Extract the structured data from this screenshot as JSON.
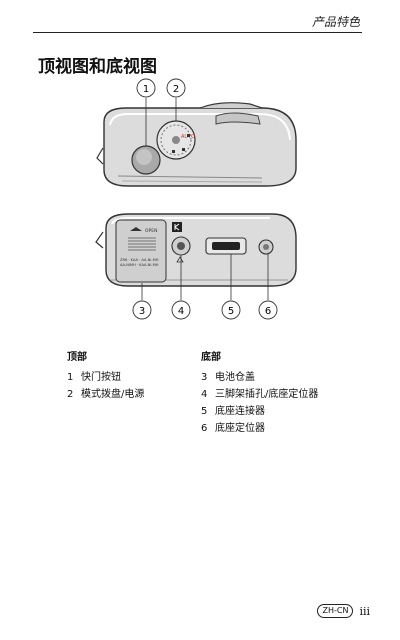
{
  "header": {
    "title": "产品特色"
  },
  "page_title": "顶视图和底视图",
  "callouts": [
    "1",
    "2",
    "3",
    "4",
    "5",
    "6"
  ],
  "camera_labels": {
    "top_dial_mark": "AUTO",
    "battery_door_arrow": "OPEN",
    "battery_text_1": "ZR6 · KAA · AA-Ni-MH",
    "battery_text_2": "AA-NiMH · KAA-Ni-MH"
  },
  "legend": {
    "top": {
      "heading": "顶部",
      "items": [
        {
          "num": "1",
          "label": "快门按钮"
        },
        {
          "num": "2",
          "label": "模式拨盘/电源"
        }
      ]
    },
    "bottom": {
      "heading": "底部",
      "items": [
        {
          "num": "3",
          "label": "电池仓盖"
        },
        {
          "num": "4",
          "label": "三脚架插孔/底座定位器"
        },
        {
          "num": "5",
          "label": "底座连接器"
        },
        {
          "num": "6",
          "label": "底座定位器"
        }
      ]
    }
  },
  "footer": {
    "lang": "ZH-CN",
    "page": "iii"
  }
}
